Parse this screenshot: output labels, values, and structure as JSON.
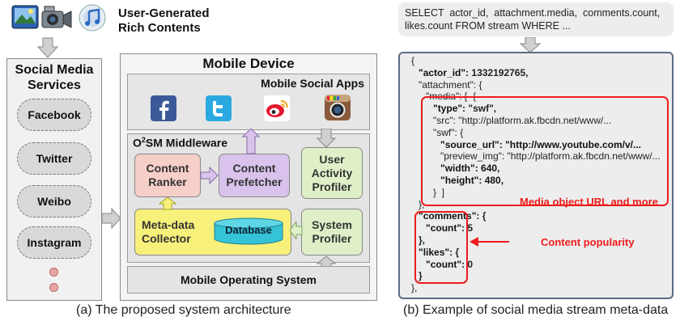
{
  "left": {
    "rich_contents_label": "User-Generated\nRich Contents",
    "services_title": "Social Media\nServices",
    "services": [
      "Facebook",
      "Twitter",
      "Weibo",
      "Instagram"
    ],
    "mobile_device_title": "Mobile Device",
    "apps_title": "Mobile Social Apps",
    "middleware_title_pre": "O",
    "middleware_title_sup": "2",
    "middleware_title_post": "SM Middleware",
    "content_ranker": "Content\nRanker",
    "content_prefetcher": "Content\nPrefetcher",
    "user_activity_profiler": "User\nActivity\nProfiler",
    "metadata_collector": "Meta-data\nCollector",
    "database": "Database",
    "system_profiler": "System\nProfiler",
    "os_label": "Mobile Operating System",
    "caption": "(a) The proposed system architecture"
  },
  "right": {
    "query": "SELECT  actor_id,  attachment.media,  comments.count,\nlikes.count FROM stream WHERE ...",
    "code_lines": [
      {
        "indent": 0,
        "text": "{"
      },
      {
        "indent": 1,
        "key": "\"actor_id\":",
        "value": " 1332192765,",
        "bold": true
      },
      {
        "indent": 1,
        "text": "\"attachment\": {"
      },
      {
        "indent": 2,
        "text": "\"media\": [  {"
      },
      {
        "indent": 3,
        "key": "\"type\":",
        "value": " \"swf\",",
        "bold": true
      },
      {
        "indent": 3,
        "text": "\"src\": \"http://platform.ak.fbcdn.net/www/..."
      },
      {
        "indent": 3,
        "text": "\"swf\": {"
      },
      {
        "indent": 4,
        "key": "\"source_url\":",
        "value": " \"http://www.youtube.com/v/...",
        "bold": true
      },
      {
        "indent": 4,
        "text": "\"preview_img\": \"http://platform.ak.fbcdn.net/www/..."
      },
      {
        "indent": 4,
        "key": "\"width\":",
        "value": " 640,",
        "bold": true
      },
      {
        "indent": 4,
        "key": "\"height\":",
        "value": " 480,",
        "bold": true
      },
      {
        "indent": 3,
        "text": "}  ]"
      },
      {
        "indent": 1,
        "text": "},"
      },
      {
        "indent": 1,
        "key": "\"comments\":",
        "value": " {",
        "bold": true
      },
      {
        "indent": 2,
        "key": "\"count\":",
        "value": " 5",
        "bold": true
      },
      {
        "indent": 1,
        "text": "},",
        "bold": true
      },
      {
        "indent": 1,
        "key": "\"likes\":",
        "value": " {",
        "bold": true
      },
      {
        "indent": 2,
        "key": "\"count\":",
        "value": " 0",
        "bold": true
      },
      {
        "indent": 1,
        "text": "}",
        "bold": true
      },
      {
        "indent": 0,
        "text": "},"
      }
    ],
    "annotation_media": "Media object URL and more",
    "annotation_popularity": "Content popularity",
    "caption": "(b) Example of social media stream meta-data"
  },
  "colors": {
    "ranker": "#f6cfc8",
    "prefetcher": "#d9c3ec",
    "profiler": "#dff0c8",
    "collector": "#f7f07a",
    "database": "#35c3d8",
    "highlight": "#ee1c1c",
    "arrow": "#d0d0d0"
  },
  "icons": [
    "photo-icon",
    "video-camera-icon",
    "music-note-icon",
    "facebook-icon",
    "twitter-icon",
    "weibo-icon",
    "instagram-icon"
  ]
}
